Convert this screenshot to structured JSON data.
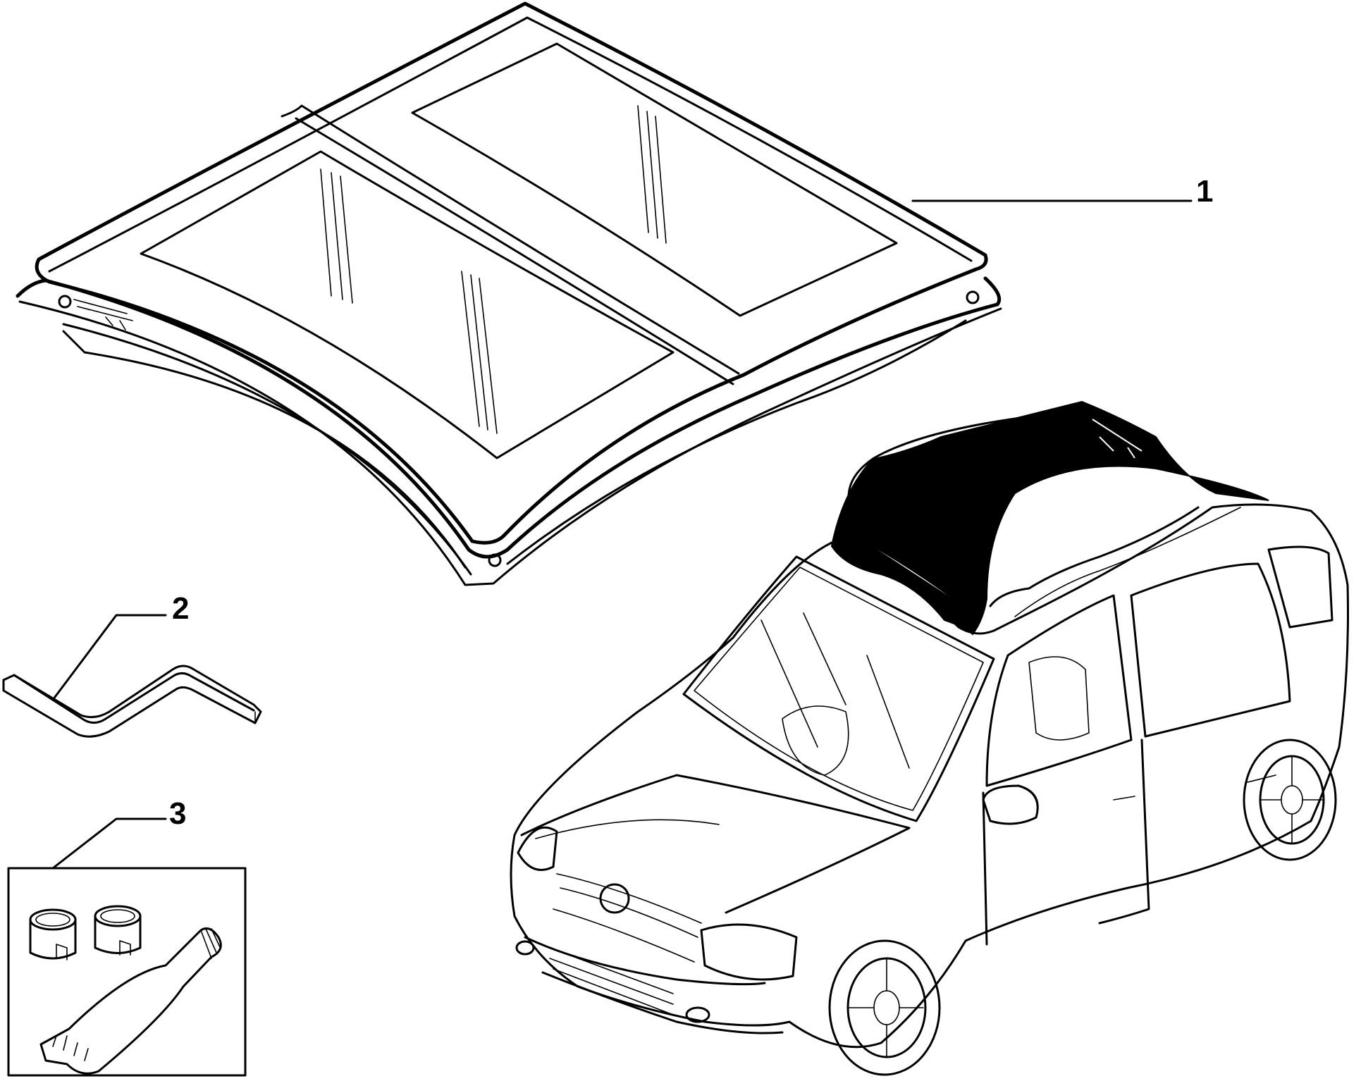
{
  "callouts": {
    "part_1": "1",
    "part_2": "2",
    "part_3": "3"
  },
  "colors": {
    "line": "#000000",
    "background": "#ffffff",
    "roof_fill": "#000000"
  }
}
